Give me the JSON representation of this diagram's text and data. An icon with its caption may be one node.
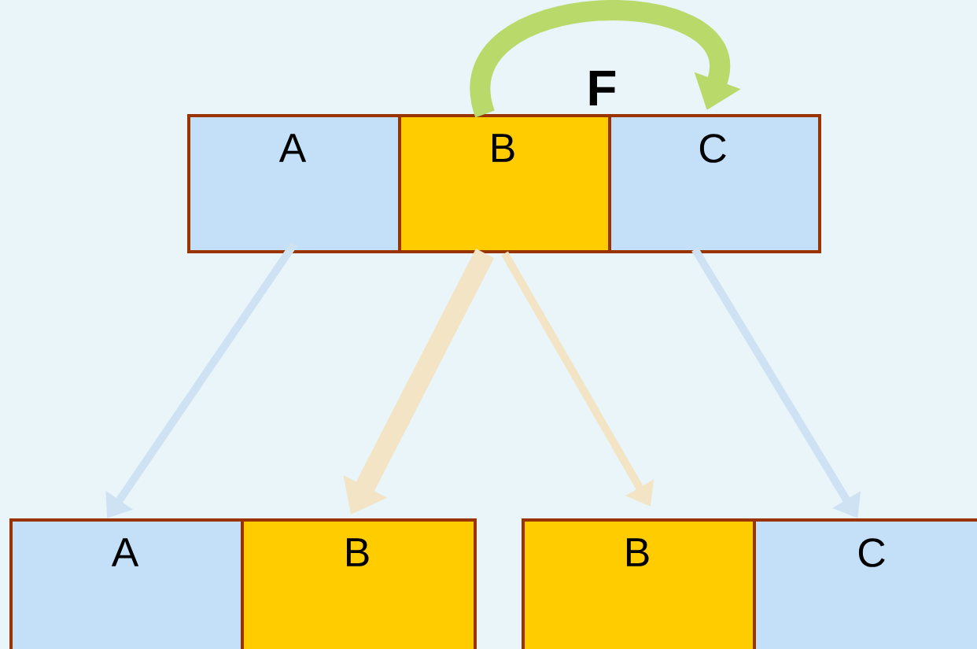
{
  "diagram": {
    "nodes": [
      {
        "text": [
          "A"
        ]
      },
      {
        "text": [
          "B"
        ]
      },
      {
        "text": [
          "C"
        ]
      },
      {
        "text": [
          "A"
        ]
      },
      {
        "text": [
          "B"
        ]
      },
      {
        "text": [
          "B"
        ]
      },
      {
        "text": [
          "C"
        ]
      }
    ],
    "edges": [
      {
        "from": 1,
        "to": 2,
        "arrow": "to",
        "label": "F",
        "style": "thick",
        "color": "#b9d96a"
      },
      {
        "from": 0,
        "to": 3,
        "arrow": "to",
        "color": "#cfe2f3"
      },
      {
        "from": 1,
        "to": 4,
        "arrow": "to",
        "style": "thick",
        "color": "#f2e4c4"
      },
      {
        "from": 1,
        "to": 5,
        "arrow": "to",
        "color": "#f2e4c4"
      },
      {
        "from": 2,
        "to": 6,
        "arrow": "to",
        "color": "#cfe2f3"
      }
    ]
  }
}
